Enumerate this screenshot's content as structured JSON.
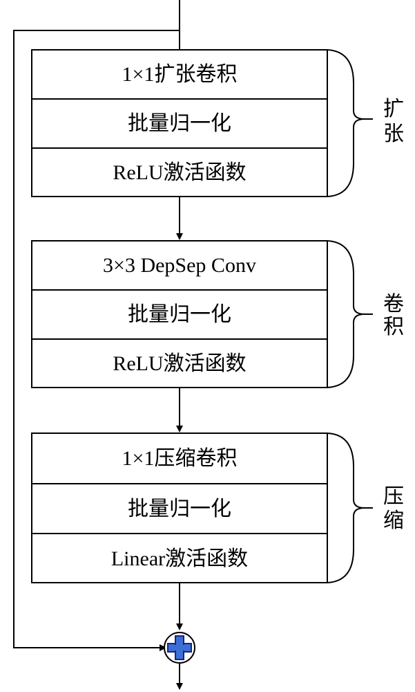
{
  "blocks": [
    {
      "name": "expand",
      "rows": [
        "1×1扩张卷积",
        "批量归一化",
        "ReLU激活函数"
      ],
      "brace_label": [
        "扩",
        "张"
      ]
    },
    {
      "name": "depthwise",
      "rows": [
        "3×3 DepSep Conv",
        "批量归一化",
        "ReLU激活函数"
      ],
      "brace_label": [
        "卷",
        "积"
      ]
    },
    {
      "name": "project",
      "rows": [
        "1×1压缩卷积",
        "批量归一化",
        "Linear激活函数"
      ],
      "brace_label": [
        "压",
        "缩"
      ]
    }
  ],
  "colors": {
    "stroke": "#000000",
    "add_fill": "#3b6fd6",
    "add_cross": "#1a237e"
  },
  "icons": {
    "add_node": "plus-circle-icon"
  }
}
